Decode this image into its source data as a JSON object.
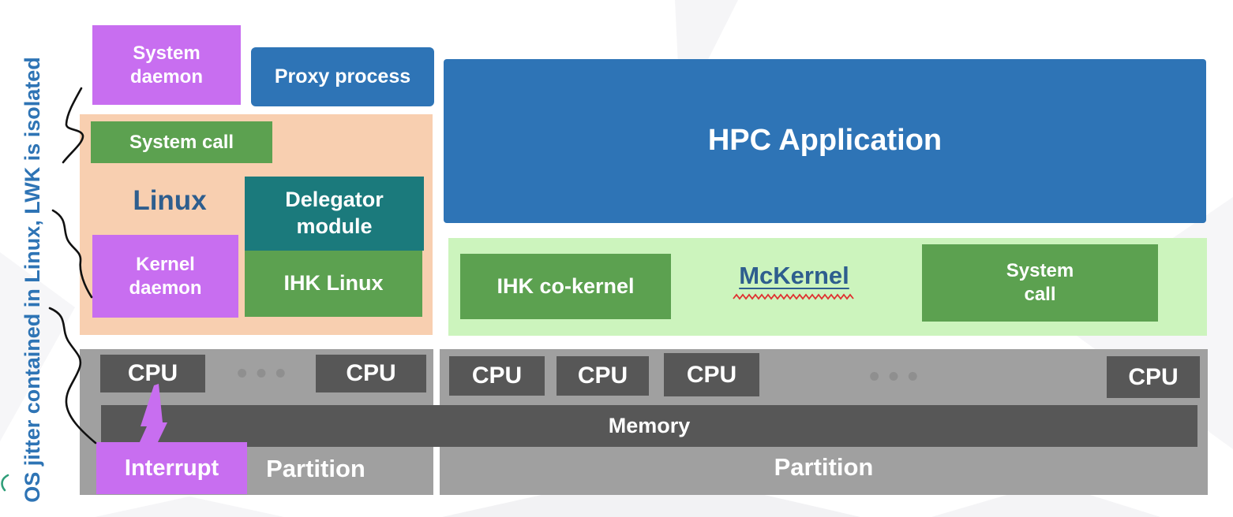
{
  "side_note": {
    "text": "OS jitter contained in Linux, LWK is isolated"
  },
  "linux_stack": {
    "system_daemon": "System\ndaemon",
    "proxy_process": "Proxy process",
    "system_call": "System call",
    "os_name": "Linux",
    "delegator_module": "Delegator\nmodule",
    "kernel_daemon": "Kernel\ndaemon",
    "ihk_linux": "IHK Linux"
  },
  "mckernel_stack": {
    "hpc_application": "HPC Application",
    "ihk_co_kernel": "IHK co-kernel",
    "os_name": "McKernel",
    "system_call": "System\ncall"
  },
  "hardware": {
    "cpu": "CPU",
    "ellipsis": "•••",
    "memory": "Memory",
    "left_partition": "Partition",
    "right_partition": "Partition",
    "interrupt": "Interrupt"
  },
  "colors": {
    "accent_blue": "#2e74b6",
    "purple": "#c86ef0",
    "orange": "#f8cfb0",
    "green": "#5ca150",
    "teal": "#1b7a7c",
    "light_green": "#ccf4bd",
    "gray": "#a0a0a0",
    "dark_gray": "#575757",
    "heading_blue": "#2e5e8e",
    "squiggle_black": "#111111",
    "spellcheck_red": "#e03030"
  }
}
